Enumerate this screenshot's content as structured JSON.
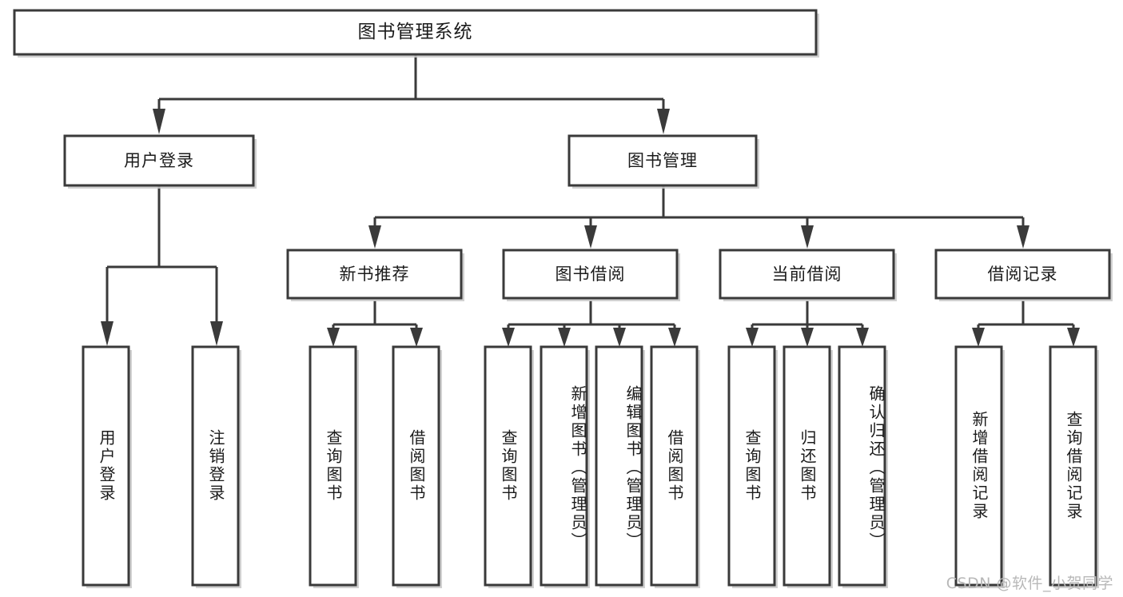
{
  "diagram": {
    "title": "图书管理系统",
    "type": "tree",
    "watermark": "CSDN @软件_小贺同学",
    "colors": {
      "stroke": "#3a3a3a",
      "fill": "#ffffff",
      "text": "#1b1b1b",
      "shadow": "#c9c9c9",
      "watermark": "#b8b8b8"
    },
    "nodes": {
      "root": {
        "label": "图书管理系统"
      },
      "level2": [
        {
          "id": "user-login",
          "label": "用户登录"
        },
        {
          "id": "book-management",
          "label": "图书管理"
        }
      ],
      "level3": [
        {
          "id": "new-book-recommend",
          "label": "新书推荐"
        },
        {
          "id": "book-borrow",
          "label": "图书借阅"
        },
        {
          "id": "current-borrow",
          "label": "当前借阅"
        },
        {
          "id": "borrow-record",
          "label": "借阅记录"
        }
      ],
      "leaves": {
        "user_login": [
          {
            "id": "leaf-user-login",
            "label": "用户登录"
          },
          {
            "id": "leaf-user-logout",
            "label": "注销登录"
          }
        ],
        "new_book_recommend": [
          {
            "id": "leaf-query-book-1",
            "label": "查询图书"
          },
          {
            "id": "leaf-borrow-book-1",
            "label": "借阅图书"
          }
        ],
        "book_borrow": [
          {
            "id": "leaf-query-book-2",
            "label": "查询图书"
          },
          {
            "id": "leaf-add-book",
            "label": "新增图书（管理员）"
          },
          {
            "id": "leaf-edit-book",
            "label": "编辑图书（管理员）"
          },
          {
            "id": "leaf-borrow-book-2",
            "label": "借阅图书"
          }
        ],
        "current_borrow": [
          {
            "id": "leaf-query-book-3",
            "label": "查询图书"
          },
          {
            "id": "leaf-return-book",
            "label": "归还图书"
          },
          {
            "id": "leaf-confirm-return",
            "label": "确认归还（管理员）"
          }
        ],
        "borrow_record": [
          {
            "id": "leaf-add-record",
            "label": "新增借阅记录"
          },
          {
            "id": "leaf-query-record",
            "label": "查询借阅记录"
          }
        ]
      }
    }
  }
}
